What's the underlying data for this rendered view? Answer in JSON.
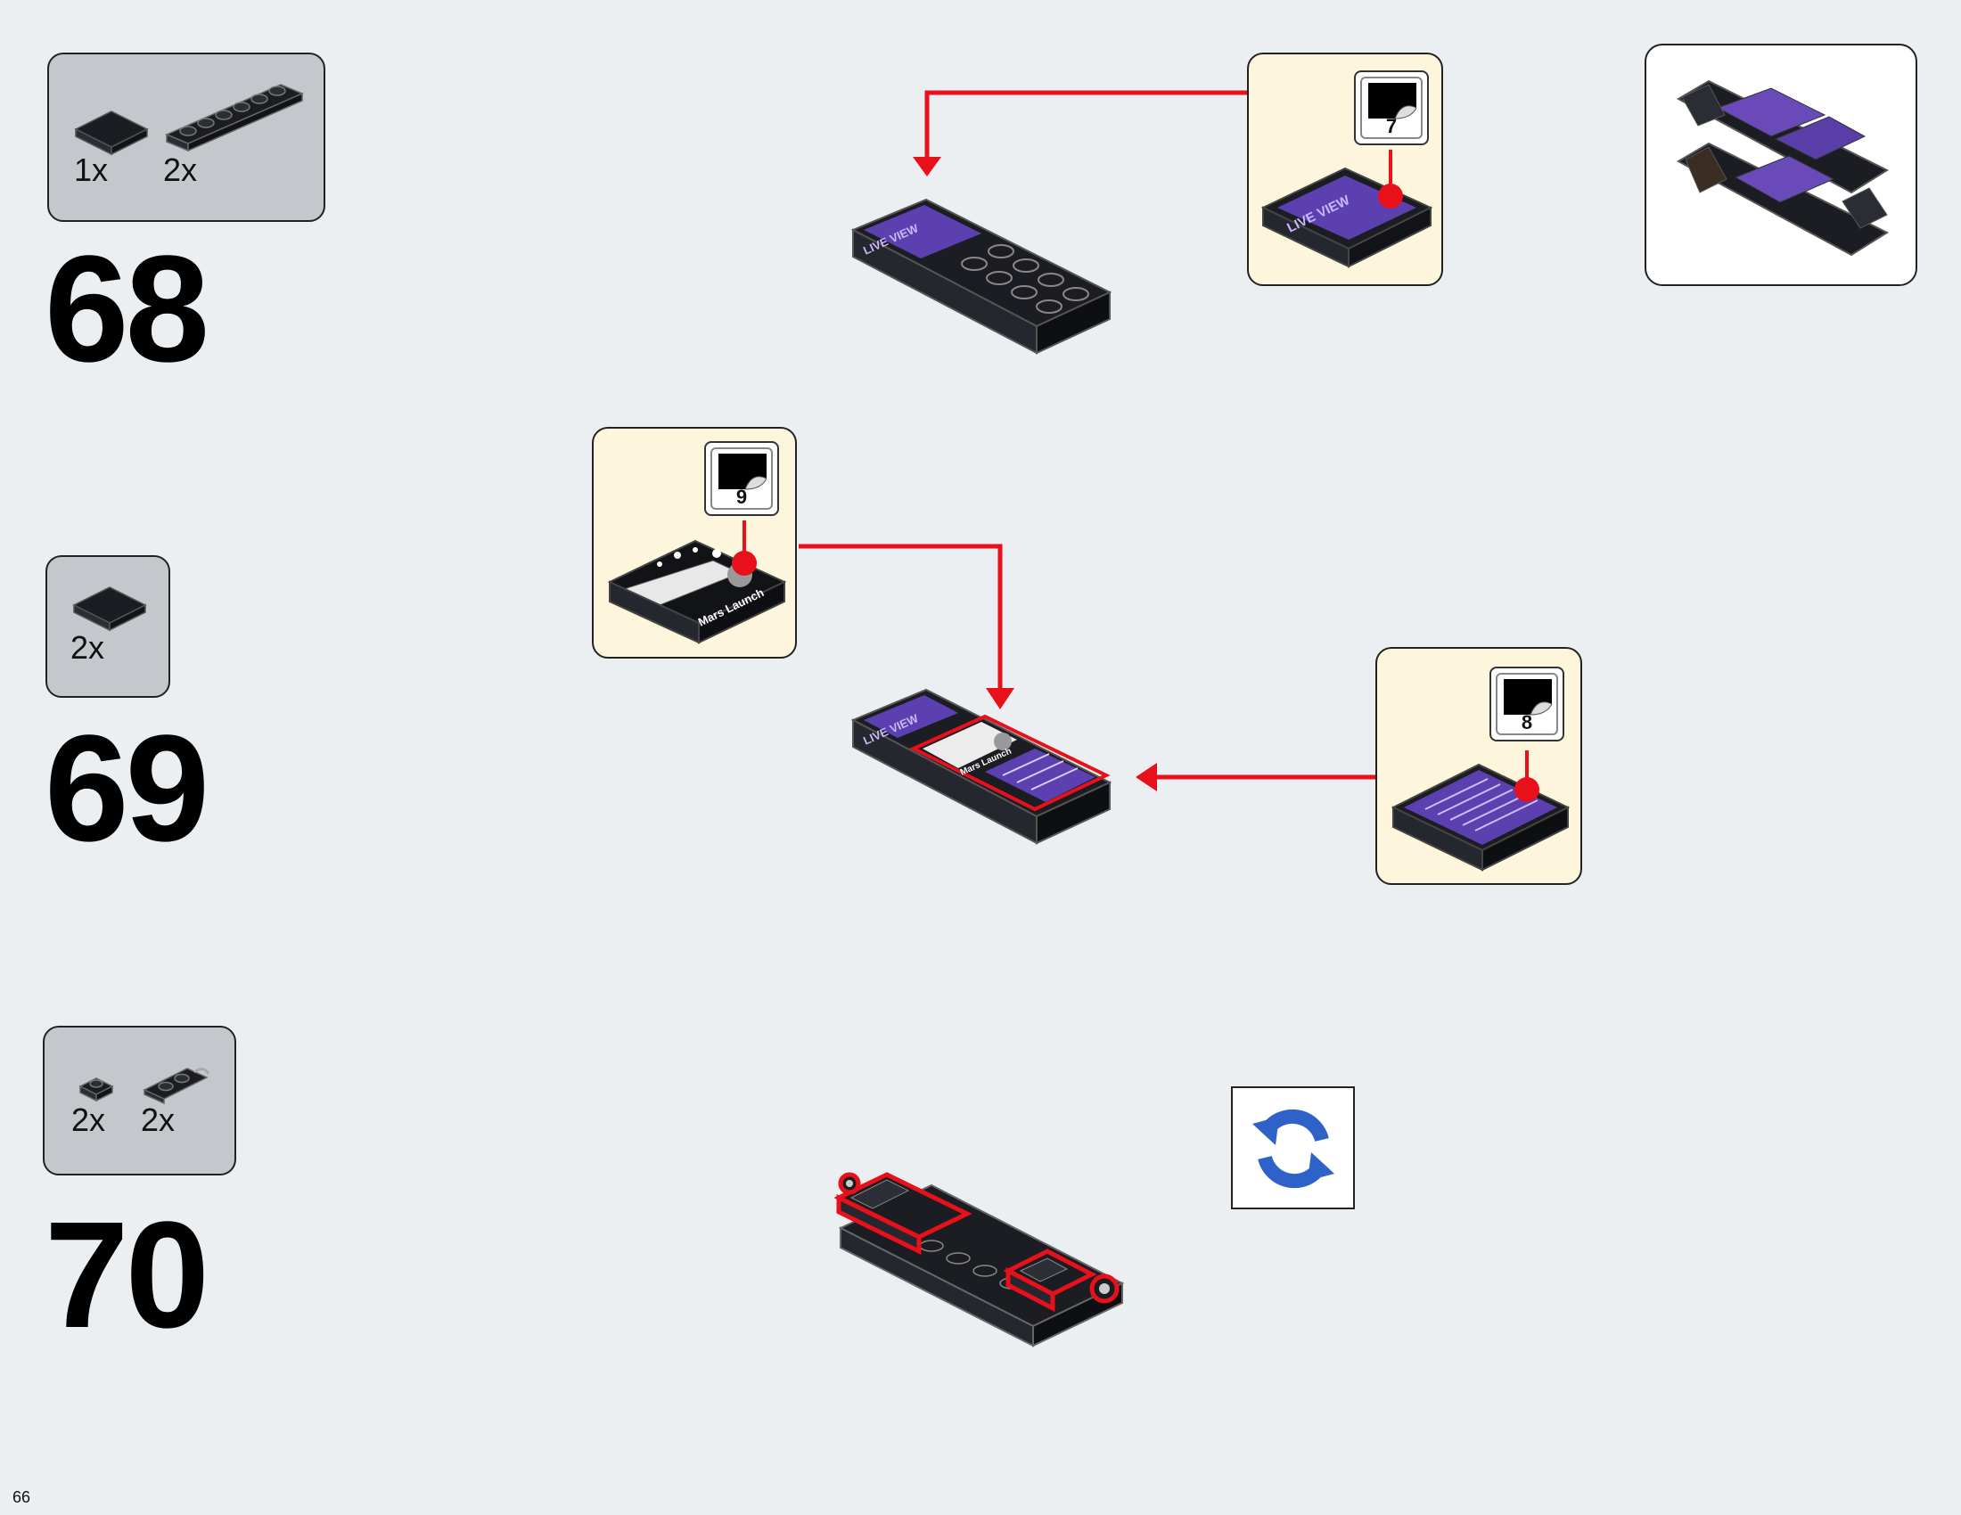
{
  "page": {
    "number": "66"
  },
  "colors": {
    "background": "#ebeff2",
    "parts_box": "#c4c8cc",
    "callout": "#fdf5dc",
    "arrow": "#e8101a",
    "brick": "#1b1d22",
    "screen": "#6a4ab8",
    "rotate_icon": "#2f62c8"
  },
  "steps": [
    {
      "number": "68",
      "parts": [
        {
          "qty": "1x",
          "icon": "tile-2x2-icon"
        },
        {
          "qty": "2x",
          "icon": "plate-1x6-icon"
        }
      ]
    },
    {
      "number": "69",
      "parts": [
        {
          "qty": "2x",
          "icon": "tile-2x2-icon"
        }
      ]
    },
    {
      "number": "70",
      "parts": [
        {
          "qty": "2x",
          "icon": "plate-1x1-icon"
        },
        {
          "qty": "2x",
          "icon": "plate-clip-icon"
        }
      ]
    }
  ],
  "callouts": [
    {
      "sticker": "7",
      "print": "LIVE VIEW"
    },
    {
      "sticker": "9",
      "print": "Mars Launch"
    },
    {
      "sticker": "8",
      "print": ""
    }
  ],
  "model_prints": {
    "live_view": "LIVE VIEW",
    "mars_launch": "Mars Launch"
  },
  "icons": {
    "rotate": "rotate-model-icon"
  }
}
